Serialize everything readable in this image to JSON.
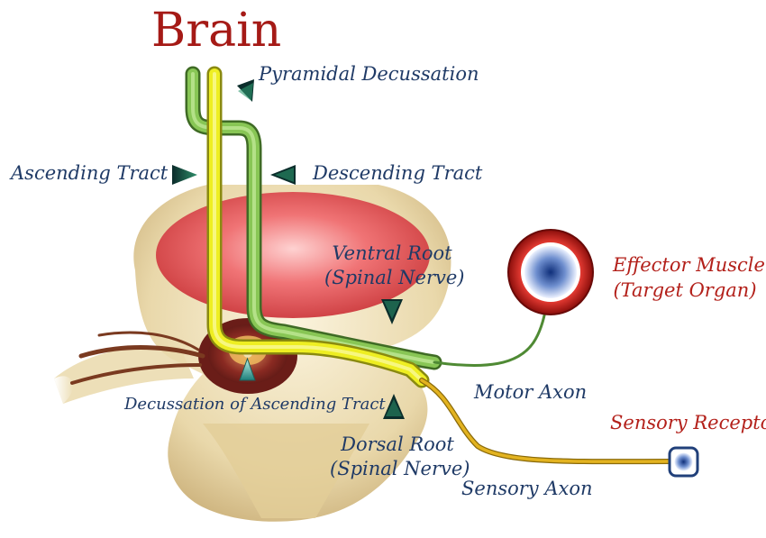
{
  "title": "Brain",
  "labels": {
    "pyramidal_decussation": "Pyramidal Decussation",
    "ascending_tract": "Ascending Tract",
    "descending_tract": "Descending Tract",
    "ventral_root_line1": "Ventral Root",
    "ventral_root_line2": "(Spinal Nerve)",
    "effector_line1": "Effector Muscle",
    "effector_line2": "(Target Organ)",
    "decussation_ascending": "Decussation of Ascending Tract",
    "motor_axon": "Motor Axon",
    "sensory_receptor": "Sensory Receptor",
    "dorsal_root_line1": "Dorsal Root",
    "dorsal_root_line2": "(Spinal Nerve)",
    "sensory_axon": "Sensory Axon"
  },
  "colors": {
    "title": "#a51a16",
    "label_navy": "#1f3a66",
    "label_red": "#b3201a",
    "motor_tract": "#7fb547",
    "sensory_tract": "#e6e31c",
    "effector_ring": "#c0201b",
    "vertebra": "#e9d9b0",
    "disc": "#e0444a"
  },
  "icons": [
    "arrow-marker-icon",
    "effector-muscle-icon",
    "sensory-receptor-icon"
  ]
}
